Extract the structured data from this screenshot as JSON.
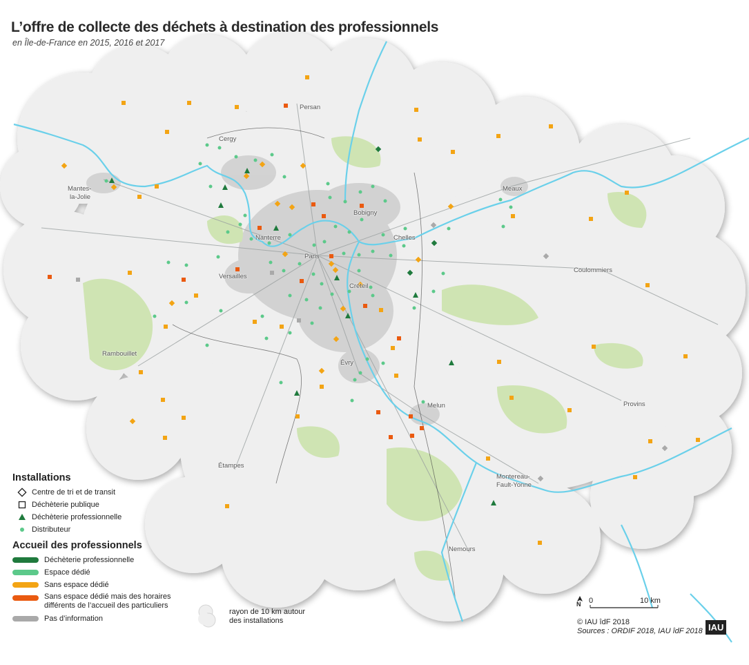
{
  "title": "L’offre de collecte des déchets à destination des professionnels",
  "subtitle": "en Île-de-France en 2015, 2016 et 2017",
  "colors": {
    "dechetterie_pro": "#1f7a3d",
    "espace_dedie": "#5cc98a",
    "sans_espace": "#f3a414",
    "horaires_differents": "#ea5a10",
    "pas_info": "#a9a9a9",
    "river": "#6ad0ea",
    "buffer": "#efefef",
    "urban": "#cfcfcf",
    "forest": "#cfe4b3"
  },
  "towns": [
    {
      "name": "Persan"
    },
    {
      "name": "Cergy"
    },
    {
      "name": "Mantes-"
    },
    {
      "name": "la-Jolie"
    },
    {
      "name": "Meaux"
    },
    {
      "name": "Bobigny"
    },
    {
      "name": "Nanterre"
    },
    {
      "name": "Paris"
    },
    {
      "name": "Chelles"
    },
    {
      "name": "Versailles"
    },
    {
      "name": "Coulommiers"
    },
    {
      "name": "Créteil"
    },
    {
      "name": "Rambouillet"
    },
    {
      "name": "Évry"
    },
    {
      "name": "Provins"
    },
    {
      "name": "Melun"
    },
    {
      "name": "Étampes"
    },
    {
      "name": "Montereau-"
    },
    {
      "name": "Fault-Yonne"
    },
    {
      "name": "Nemours"
    }
  ],
  "legend": {
    "installations_title": "Installations",
    "installations": [
      {
        "label": "Centre de tri et de transit",
        "icon": "diamond-icon"
      },
      {
        "label": "Déchèterie publique",
        "icon": "square-icon"
      },
      {
        "label": "Déchèterie professionnelle",
        "icon": "triangle-icon"
      },
      {
        "label": "Distributeur",
        "icon": "circle-icon"
      }
    ],
    "accueil_title": "Accueil des professionnels",
    "accueil": [
      {
        "label": "Déchèterie professionnelle",
        "color": "#1f7a3d"
      },
      {
        "label": "Espace dédié",
        "color": "#5cc98a"
      },
      {
        "label": "Sans espace dédié",
        "color": "#f3a414"
      },
      {
        "label": "Sans espace dédié mais des horaires",
        "label2": "différents de l’accueil des particuliers",
        "color": "#ea5a10"
      },
      {
        "label": "Pas d’information",
        "color": "#a9a9a9"
      }
    ],
    "radius_line1": "rayon de 10 km autour",
    "radius_line2": "des installations"
  },
  "scale": {
    "north": "N",
    "zero": "0",
    "end": "10 km"
  },
  "credits": {
    "line1": "© IAU îdF 2018",
    "line2": "Sources : ORDIF 2018, IAU îdF 2018",
    "logo": "IAU"
  }
}
